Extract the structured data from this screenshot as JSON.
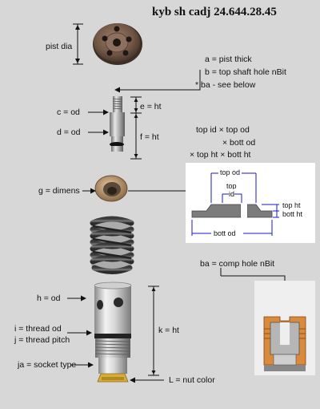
{
  "title": "kyb sh cadj    24.644.28.45",
  "labels": {
    "pist_dia": "pist dia",
    "a": "a = pist thick",
    "b": "b = top shaft hole nBit",
    "ba_note": "* ba - see below",
    "c": "c = od",
    "d": "d = od",
    "e": "e = ht",
    "f": "f = ht",
    "g": "g = dimens",
    "h": "h = od",
    "i": "i = thread od",
    "j": "j = thread pitch",
    "ja": "ja = socket type",
    "k": "k = ht",
    "L": "L = nut color",
    "ba": "ba = comp hole nBit"
  },
  "washer_legend": {
    "line1": "top id × top od",
    "line2": "× bott od",
    "line3": "× top ht × bott ht"
  },
  "washer_diagram": {
    "top_od": "top od",
    "top_id_1": "top",
    "top_id_2": "id",
    "top_ht": "top ht",
    "bott_ht": "bott ht",
    "bott_od": "bott od"
  },
  "colors": {
    "background": "#d7d7d7",
    "dimension_blue": "#1a1ad0",
    "bronze": "#b07a4a",
    "steel": "#9a9a9a"
  }
}
